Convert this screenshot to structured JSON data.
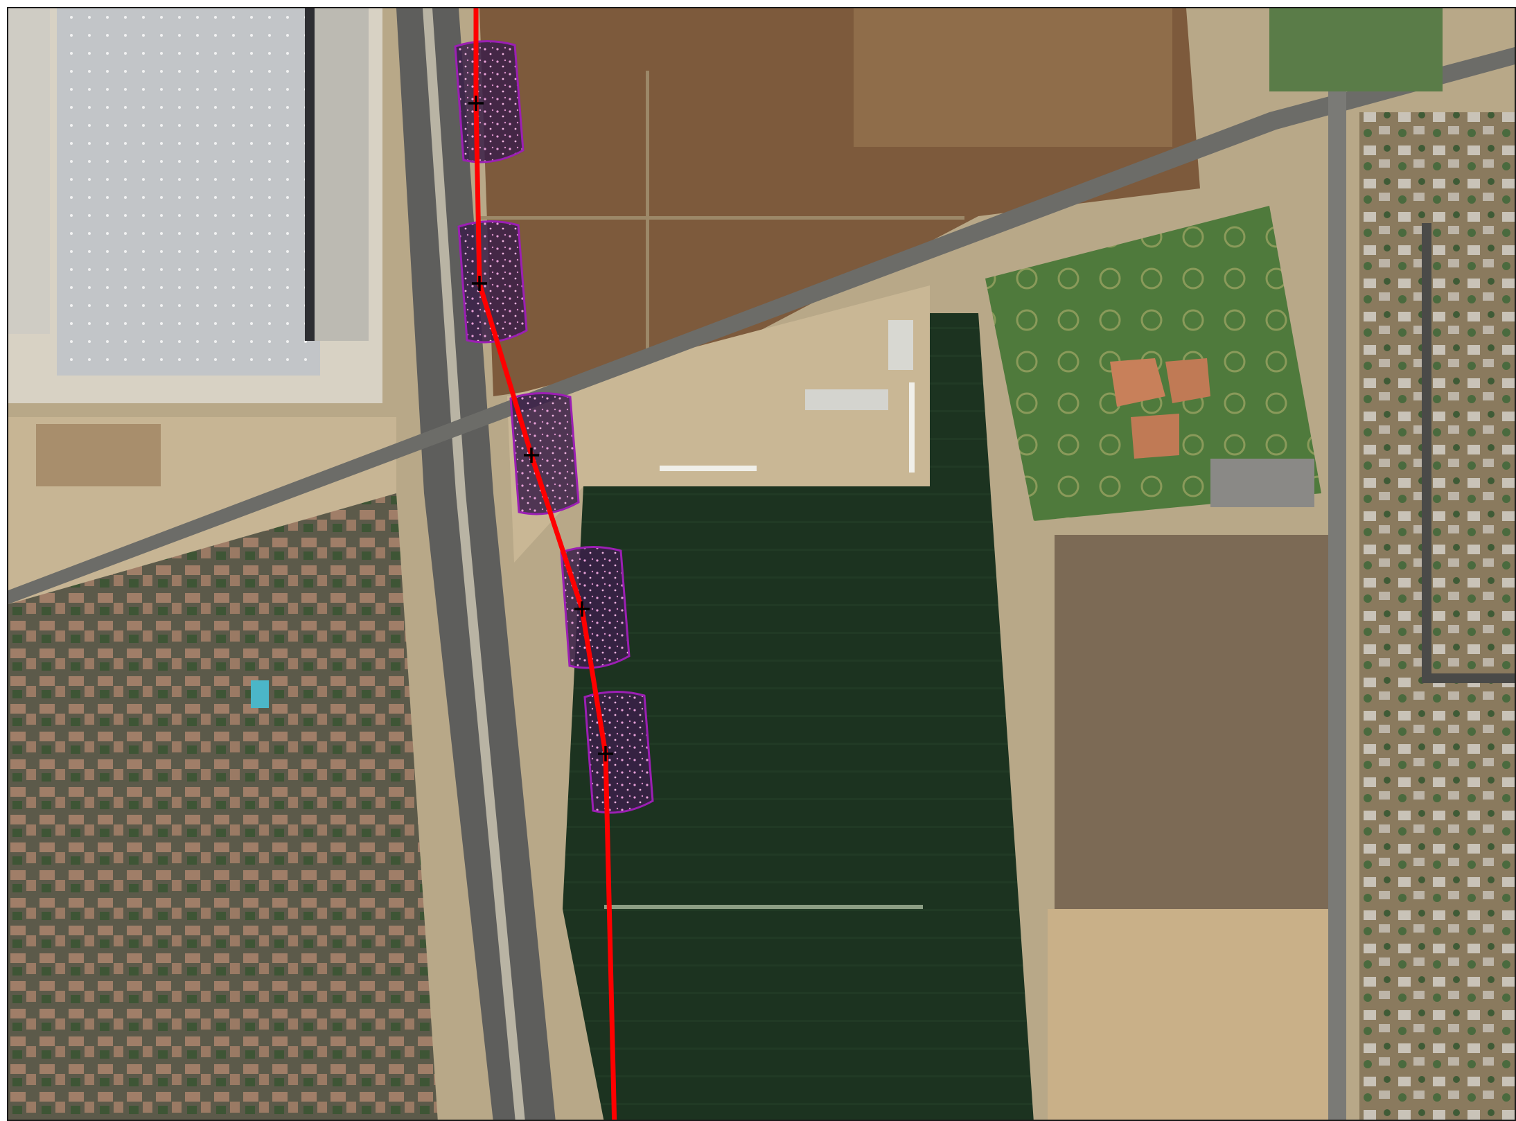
{
  "map": {
    "colors": {
      "route": "#ff0000",
      "marker": "#000000",
      "zone_stroke": "#9b1fb3",
      "zone_fill": "#3a1f48",
      "zone_dots": "#e8a0d8",
      "field_green": "#1c3320",
      "dirt": "#7d5a3c",
      "road": "#6a6a66"
    },
    "route": {
      "name": "",
      "waypoints": [
        {
          "id": "wp-1"
        },
        {
          "id": "wp-2"
        },
        {
          "id": "wp-3"
        },
        {
          "id": "wp-4"
        },
        {
          "id": "wp-5"
        }
      ]
    },
    "icons": {
      "waypoint": "crosshair-marker-icon"
    }
  }
}
